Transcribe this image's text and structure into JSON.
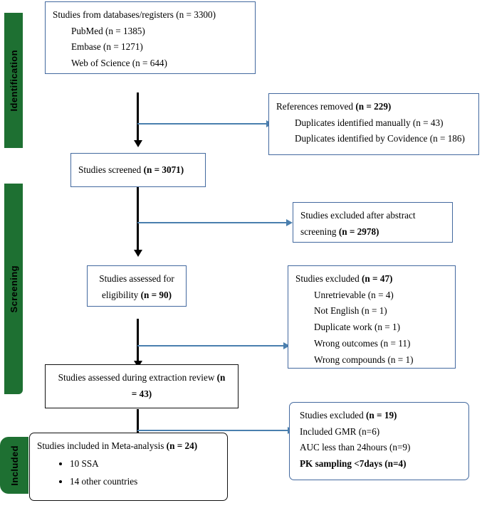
{
  "diagram": {
    "title": "PRISMA study selection flow diagram",
    "colors": {
      "stage_bar": "#1e7032",
      "box_border_blue": "#43699f",
      "box_border_black": "#111111",
      "arrow_black": "#000000",
      "arrow_blue": "#4a7fae"
    }
  },
  "stages": [
    {
      "label": "Identification"
    },
    {
      "label": "Screening"
    },
    {
      "label": "Included"
    }
  ],
  "boxes": {
    "records_identified": {
      "title": "Studies from databases/registers (n = 3300)",
      "sources": [
        "PubMed (n = 1385)",
        "Embase (n = 1271)",
        "Web of Science (n = 644)"
      ]
    },
    "references_removed": {
      "title_plain": "References removed ",
      "title_bold": "(n = 229)",
      "items": [
        "Duplicates identified manually (n = 43)",
        "Duplicates identified by Covidence (n = 186)"
      ]
    },
    "studies_screened": {
      "title_plain": "Studies screened ",
      "title_bold": "(n = 3071)"
    },
    "excluded_abstract": {
      "line1": "Studies excluded after abstract",
      "line2_plain": "screening ",
      "line2_bold": "(n = 2978)"
    },
    "assessed_eligibility": {
      "line1": "Studies assessed for",
      "line2_plain": "eligibility ",
      "line2_bold": "(n = 90)"
    },
    "excluded_eligibility": {
      "title_plain": "Studies excluded ",
      "title_bold": "(n = 47)",
      "items": [
        "Unretrievable (n = 4)",
        "Not English (n = 1)",
        "Duplicate work (n = 1)",
        "Wrong outcomes (n = 11)",
        "Wrong compounds (n = 1)"
      ]
    },
    "assessed_extraction": {
      "line1_plain": "Studies assessed during extraction review ",
      "line1_bold": "(n",
      "line2_bold": "= 43)"
    },
    "excluded_extraction": {
      "title_plain": " Studies excluded ",
      "title_bold": "(n = 19)",
      "items": [
        "Included GMR (n=6)",
        "AUC less than 24hours (n=9)"
      ],
      "item_bold": "PK sampling <7days (n=4)"
    },
    "included_meta": {
      "title_plain": "Studies included in Meta-analysis ",
      "title_bold": "(n = 24)",
      "bullets": [
        "10 SSA",
        "14 other countries"
      ]
    }
  }
}
